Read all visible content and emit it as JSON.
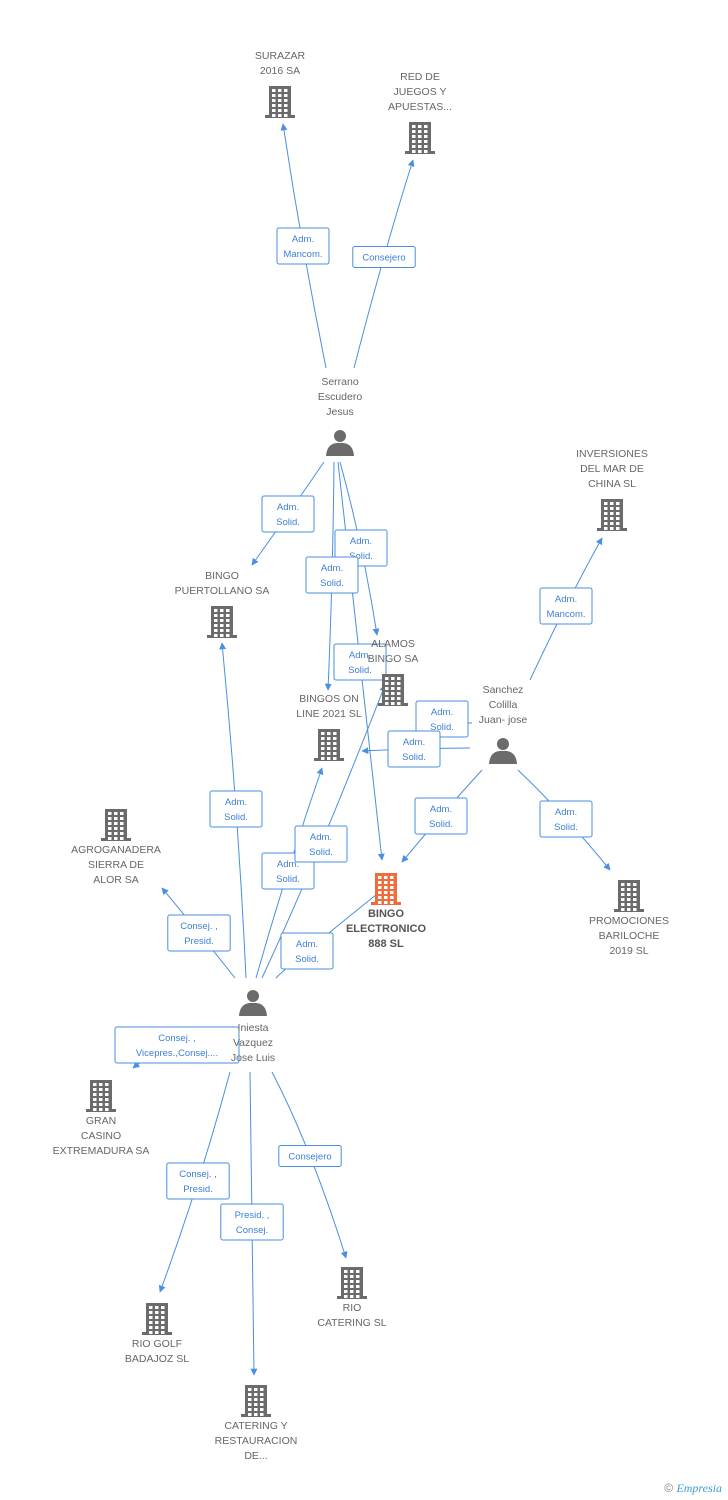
{
  "colors": {
    "building": "#6b6b6b",
    "main_building": "#f26b3a",
    "person": "#6b6b6b",
    "edge": "#4a8fe0"
  },
  "nodes": [
    {
      "id": "surazar",
      "type": "company",
      "lines": [
        "SURAZAR",
        "2016 SA"
      ]
    },
    {
      "id": "red",
      "type": "company",
      "lines": [
        "RED DE",
        "JUEGOS Y",
        "APUESTAS..."
      ]
    },
    {
      "id": "serrano",
      "type": "person",
      "lines": [
        "Serrano",
        "Escudero",
        "Jesus"
      ]
    },
    {
      "id": "inversiones",
      "type": "company",
      "lines": [
        "INVERSIONES",
        "DEL MAR DE",
        "CHINA SL"
      ]
    },
    {
      "id": "bingo_puert",
      "type": "company",
      "lines": [
        "BINGO",
        "PUERTOLLANO SA"
      ]
    },
    {
      "id": "alamos",
      "type": "company",
      "lines": [
        "ALAMOS",
        "BINGO SA"
      ]
    },
    {
      "id": "bingos_online",
      "type": "company",
      "lines": [
        "BINGOS ON",
        "LINE 2021 SL"
      ]
    },
    {
      "id": "sanchez",
      "type": "person",
      "lines": [
        "Sanchez",
        "Colilla",
        "Juan- jose"
      ]
    },
    {
      "id": "agroganadera",
      "type": "company",
      "lines": [
        "AGROGANADERA",
        "SIERRA DE",
        "ALOR SA"
      ]
    },
    {
      "id": "bingo_elec",
      "type": "company",
      "main": true,
      "lines": [
        "BINGO",
        "ELECTRONICO",
        "888 SL"
      ]
    },
    {
      "id": "promociones",
      "type": "company",
      "lines": [
        "PROMOCIONES",
        "BARILOCHE",
        "2019 SL"
      ]
    },
    {
      "id": "iniesta",
      "type": "person",
      "lines": [
        "Iniesta",
        "Vazquez",
        "Jose Luis"
      ]
    },
    {
      "id": "gran_casino",
      "type": "company",
      "lines": [
        "GRAN",
        "CASINO",
        "EXTREMADURA SA"
      ]
    },
    {
      "id": "rio_golf",
      "type": "company",
      "lines": [
        "RIO GOLF",
        "BADAJOZ SL"
      ]
    },
    {
      "id": "rio_catering",
      "type": "company",
      "lines": [
        "RIO",
        "CATERING SL"
      ]
    },
    {
      "id": "catering_rest",
      "type": "company",
      "lines": [
        "CATERING Y",
        "RESTAURACION",
        "DE..."
      ]
    }
  ],
  "edges": [
    {
      "from": "serrano",
      "to": "surazar",
      "label": [
        "Adm.",
        "Mancom."
      ]
    },
    {
      "from": "serrano",
      "to": "red",
      "label": [
        "Consejero"
      ]
    },
    {
      "from": "serrano",
      "to": "bingo_puert",
      "label": [
        "Adm.",
        "Solid."
      ]
    },
    {
      "from": "serrano",
      "to": "alamos",
      "label": [
        "Adm.",
        "Solid."
      ]
    },
    {
      "from": "serrano",
      "to": "bingos_online",
      "label": [
        "Adm.",
        "Solid."
      ]
    },
    {
      "from": "serrano",
      "to": "bingo_elec",
      "label": [
        "Adm.",
        "Solid."
      ]
    },
    {
      "from": "sanchez",
      "to": "inversiones",
      "label": [
        "Adm.",
        "Mancom."
      ]
    },
    {
      "from": "sanchez",
      "to": "alamos",
      "label": [
        "Adm.",
        "Solid."
      ]
    },
    {
      "from": "sanchez",
      "to": "bingos_online",
      "label": [
        "Adm.",
        "Solid."
      ]
    },
    {
      "from": "sanchez",
      "to": "bingo_elec",
      "label": [
        "Adm.",
        "Solid."
      ]
    },
    {
      "from": "sanchez",
      "to": "promociones",
      "label": [
        "Adm.",
        "Solid."
      ]
    },
    {
      "from": "iniesta",
      "to": "bingo_puert",
      "label": [
        "Adm.",
        "Solid."
      ]
    },
    {
      "from": "iniesta",
      "to": "bingos_online",
      "label": [
        "Adm.",
        "Solid."
      ]
    },
    {
      "from": "iniesta",
      "to": "alamos",
      "label": [
        "Adm.",
        "Solid."
      ]
    },
    {
      "from": "iniesta",
      "to": "bingo_elec",
      "label": [
        "Adm.",
        "Solid."
      ]
    },
    {
      "from": "iniesta",
      "to": "agroganadera",
      "label": [
        "Consej. ,",
        "Presid."
      ]
    },
    {
      "from": "iniesta",
      "to": "gran_casino",
      "label": [
        "Consej. ,",
        "Vicepres.,Consej...."
      ]
    },
    {
      "from": "iniesta",
      "to": "rio_golf",
      "label": [
        "Consej. ,",
        "Presid."
      ]
    },
    {
      "from": "iniesta",
      "to": "catering_rest",
      "label": [
        "Presid. ,",
        "Consej."
      ]
    },
    {
      "from": "iniesta",
      "to": "rio_catering",
      "label": [
        "Consejero"
      ]
    }
  ],
  "footer": {
    "copyright": "©",
    "brand": "Empresia"
  }
}
